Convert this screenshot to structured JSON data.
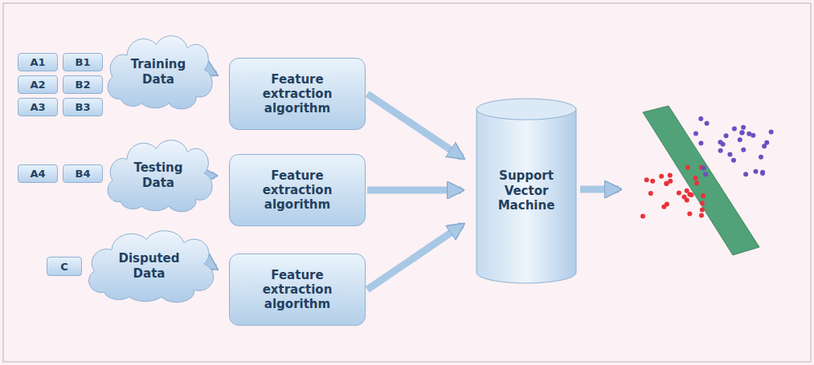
{
  "diagram": {
    "nodes": [
      {
        "text": [
          "A1"
        ]
      },
      {
        "text": [
          "B1"
        ]
      },
      {
        "text": [
          "A2"
        ]
      },
      {
        "text": [
          "B2"
        ]
      },
      {
        "text": [
          "A3"
        ]
      },
      {
        "text": [
          "B3"
        ]
      },
      {
        "text": [
          "Training Data"
        ]
      },
      {
        "text": [
          "A4"
        ]
      },
      {
        "text": [
          "B4"
        ]
      },
      {
        "text": [
          "Testing Data"
        ]
      },
      {
        "text": [
          "C"
        ]
      },
      {
        "text": [
          "Disputed Data"
        ]
      },
      {
        "text": [
          "Feature extraction algorithm"
        ]
      },
      {
        "text": [
          "Feature extraction algorithm"
        ]
      },
      {
        "text": [
          "Feature extraction algorithm"
        ]
      },
      {
        "text": [
          "Support Vector Machine"
        ]
      }
    ],
    "edges": [
      {
        "from": 6,
        "to": 12,
        "arrow": "to"
      },
      {
        "from": 9,
        "to": 13,
        "arrow": "to"
      },
      {
        "from": 11,
        "to": 14,
        "arrow": "to"
      },
      {
        "from": 12,
        "to": 15,
        "arrow": "to"
      },
      {
        "from": 13,
        "to": 15,
        "arrow": "to"
      },
      {
        "from": 14,
        "to": 15,
        "arrow": "to"
      }
    ]
  }
}
